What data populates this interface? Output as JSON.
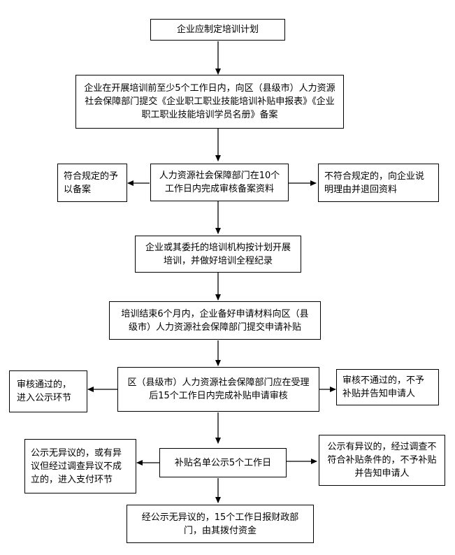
{
  "flow": {
    "step1": "企业应制定培训计划",
    "step2": "企业在开展培训前至少5个工作日内，向区（县级市）人力资源社会保障部门提交《企业职工职业技能培训补贴申报表》《企业职工职业技能培训学员名册》备案",
    "step3": "人力资源社会保障部门在10个工作日内完成审核备案资料",
    "step3_yes": "符合规定的予以备案",
    "step3_no": "不符合规定的，向企业说明理由并退回资料",
    "step4": "企业或其委托的培训机构按计划开展培训，并做好培训全程纪录",
    "step5": "培训结束6个月内，企业备好申请材料向区（县级市）人力资源社会保障部门提交申请补贴",
    "step6": "区（县级市）人力资源社会保障部门应在受理后15个工作日内完成补贴申请审核",
    "step6_yes": "审核通过的，进入公示环节",
    "step6_no": "审核不通过的，不予补贴并告知申请人",
    "step7": "补贴名单公示5个工作日",
    "step7_yes": "公示无异议的，或有异议但经过调查异议不成立的，进入支付环节",
    "step7_no": "公示有异议的，经过调查不符合补贴条件的，不予补贴并告知申请人",
    "step8": "经公示无异议的，15个工作日报财政部门，由其拨付资金"
  }
}
